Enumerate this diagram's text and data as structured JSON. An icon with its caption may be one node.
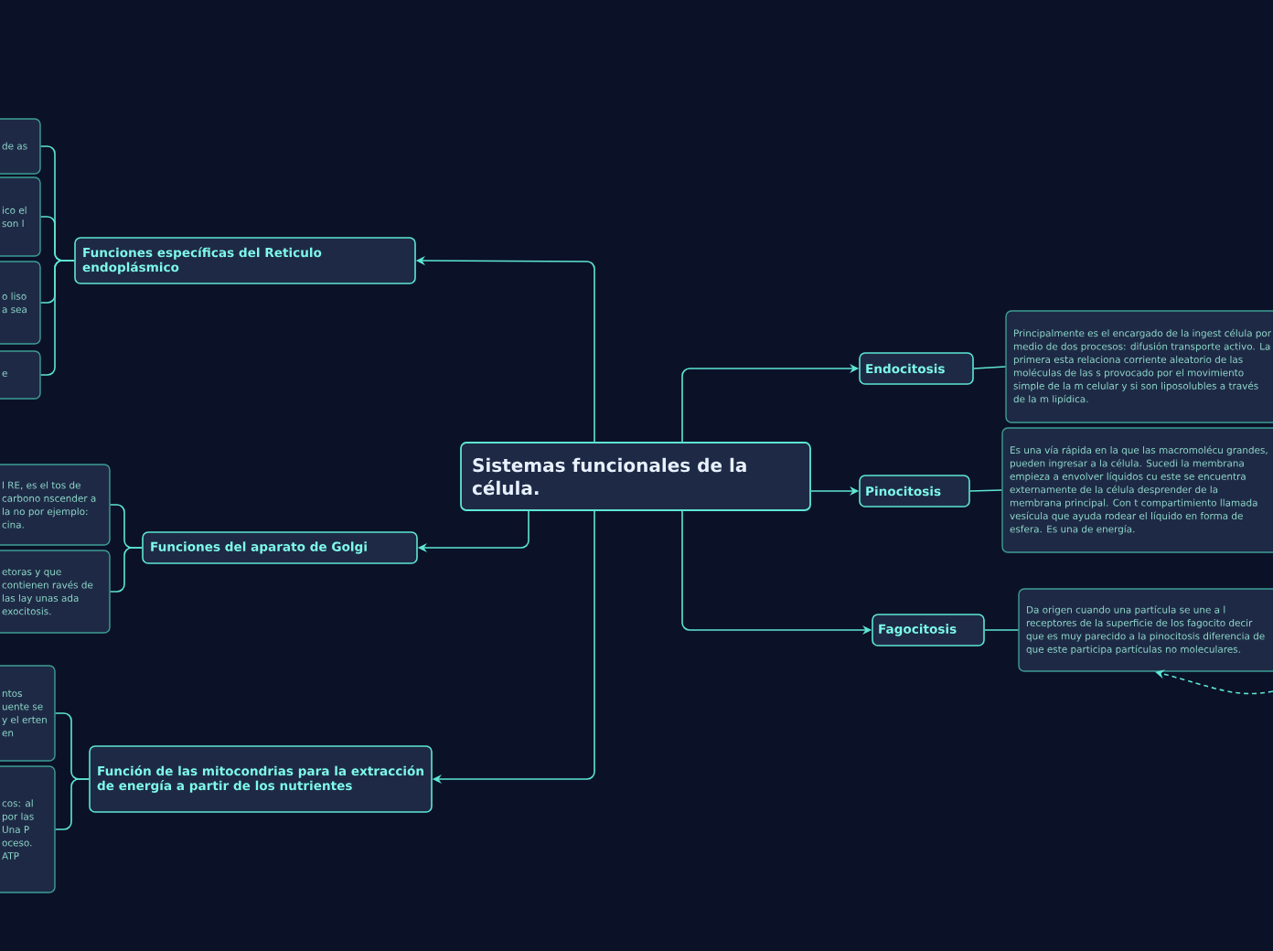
{
  "diagram": {
    "nodes": [
      {
        "text": [
          "Sistemas funcionales de la célula."
        ]
      },
      {
        "text": [
          "Funciones específicas del Reticulo endoplásmico"
        ]
      },
      {
        "text": [
          "de as"
        ]
      },
      {
        "text": [
          "ico el son l"
        ]
      },
      {
        "text": [
          "o liso a sea"
        ]
      },
      {
        "text": [
          "e"
        ]
      },
      {
        "text": [
          "Funciones del aparato de Golgi"
        ]
      },
      {
        "text": [
          "l RE, es el tos de carbono nscender a la no por ejemplo: cina."
        ]
      },
      {
        "text": [
          "etoras y que contienen ravés de las lay unas ada exocitosis."
        ]
      },
      {
        "text": [
          "Función de las mitocondrias para la extracción de energía a partir de los nutrientes"
        ]
      },
      {
        "text": [
          "ntos uente se y el erten en"
        ]
      },
      {
        "text": [
          "cos: al por las Una P oceso. ATP"
        ]
      },
      {
        "text": [
          "Endocitosis"
        ]
      },
      {
        "text": [
          "Principalmente es el encargado de la ingest célula por medio de dos procesos: difusión transporte activo. La primera esta relaciona corriente aleatorio de las moléculas de las s provocado por el movimiento simple de la m celular y si son liposolubles a través de la m lipídica."
        ]
      },
      {
        "text": [
          "Pinocitosis"
        ]
      },
      {
        "text": [
          "Es una vía rápida en la que las macromolécu grandes, pueden ingresar a la célula. Sucedi la membrana empieza a envolver líquidos cu este se encuentra externamente de la célula desprender de la membrana principal. Con t compartimiento llamada vesícula que ayuda rodear el líquido en forma de esfera. Es una de energía."
        ]
      },
      {
        "text": [
          "Fagocitosis"
        ]
      },
      {
        "text": [
          "Da origen cuando una partícula se une a l receptores de la superficie de los fagocito decir que es muy parecido a la pinocitosis diferencia de que este participa partículas no moleculares."
        ]
      }
    ],
    "edges": [
      {
        "from": 0,
        "to": 1,
        "arrow": "to"
      },
      {
        "from": 0,
        "to": 6,
        "arrow": "to"
      },
      {
        "from": 0,
        "to": 9,
        "arrow": "to"
      },
      {
        "from": 0,
        "to": 12,
        "arrow": "to"
      },
      {
        "from": 0,
        "to": 14,
        "arrow": "to"
      },
      {
        "from": 0,
        "to": 16,
        "arrow": "to"
      },
      {
        "from": 1,
        "to": 2,
        "arrow": "none"
      },
      {
        "from": 1,
        "to": 3,
        "arrow": "none"
      },
      {
        "from": 1,
        "to": 4,
        "arrow": "none"
      },
      {
        "from": 1,
        "to": 5,
        "arrow": "none"
      },
      {
        "from": 6,
        "to": 7,
        "arrow": "none"
      },
      {
        "from": 6,
        "to": 8,
        "arrow": "none"
      },
      {
        "from": 9,
        "to": 10,
        "arrow": "none"
      },
      {
        "from": 9,
        "to": 11,
        "arrow": "none"
      },
      {
        "from": 12,
        "to": 13,
        "arrow": "none"
      },
      {
        "from": 14,
        "to": 15,
        "arrow": "none"
      },
      {
        "from": 16,
        "to": 17,
        "arrow": "none"
      },
      {
        "from": null,
        "to": 17,
        "arrow": "to",
        "style": "dashed"
      }
    ]
  }
}
